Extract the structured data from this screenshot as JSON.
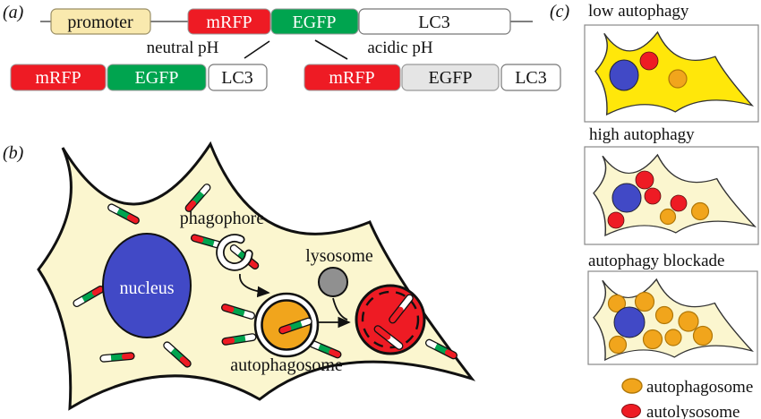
{
  "panel_a": {
    "label": "(a)",
    "top": {
      "promoter": "promoter",
      "mrfp": "mRFP",
      "egfp": "EGFP",
      "lc3": "LC3"
    },
    "neutral_ph": "neutral pH",
    "acidic_ph": "acidic pH",
    "neutral": {
      "mrfp": "mRFP",
      "egfp": "EGFP",
      "lc3": "LC3"
    },
    "acidic": {
      "mrfp": "mRFP",
      "egfp": "EGFP",
      "lc3": "LC3"
    }
  },
  "panel_b": {
    "label": "(b)",
    "nucleus_label": "nucleus",
    "phagophore_label": "phagophore",
    "lysosome_label": "lysosome",
    "autophagosome_label": "autophagosome"
  },
  "panel_c": {
    "label": "(c)",
    "cells": [
      {
        "title": "low autophagy"
      },
      {
        "title": "high autophagy"
      },
      {
        "title": "autophagy blockade"
      }
    ],
    "legend": [
      {
        "label": "autophagosome",
        "color": "#F1A51C"
      },
      {
        "label": "autolysosome",
        "color": "#EE1B24"
      }
    ]
  },
  "colors": {
    "mrfp_red": "#EE1B24",
    "egfp_green": "#00A44F",
    "egfp_quenched_gray": "#E5E5E5",
    "promoter_tan": "#F9E9AE",
    "nucleus_blue": "#4149C6",
    "cytoplasm_cream": "#FBF6CF",
    "cytoplasm_yellow": "#FFE70A",
    "lysosome_gray": "#909090",
    "autophagosome_orange": "#F1A51C",
    "autolysosome_red": "#EE1B24"
  }
}
